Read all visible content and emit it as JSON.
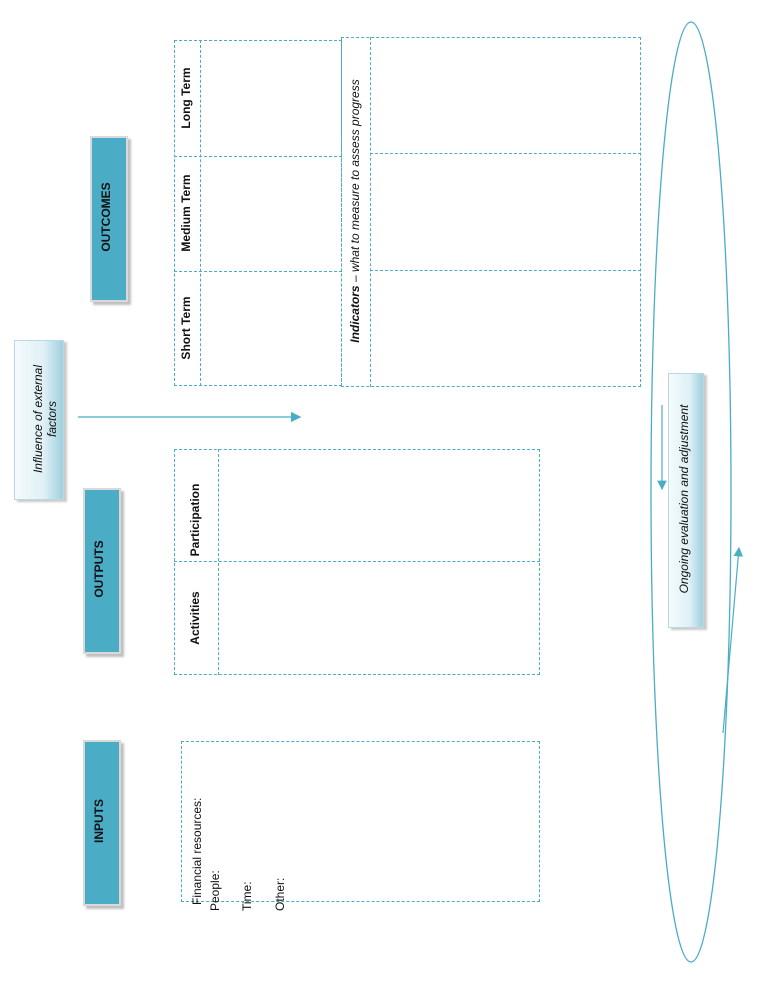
{
  "headings": {
    "inputs": "INPUTS",
    "outputs": "OUTPUTS",
    "outcomes": "OUTCOMES"
  },
  "outcomes": {
    "short_term": "Short Term",
    "medium_term": "Medium Term",
    "long_term": "Long Term",
    "indicators_bold": "Indicators",
    "indicators_rest": " – what to measure to assess progress"
  },
  "outputs": {
    "activities": "Activities",
    "participation": "Participation"
  },
  "inputs": {
    "financial": "Financial resources:",
    "people": "People:",
    "time": "Time:",
    "other": "Other:"
  },
  "external": {
    "line1": "Influence of external",
    "line2": "factors"
  },
  "evaluation": "Ongoing evaluation and adjustment",
  "colors": {
    "accent": "#4bacc6"
  }
}
